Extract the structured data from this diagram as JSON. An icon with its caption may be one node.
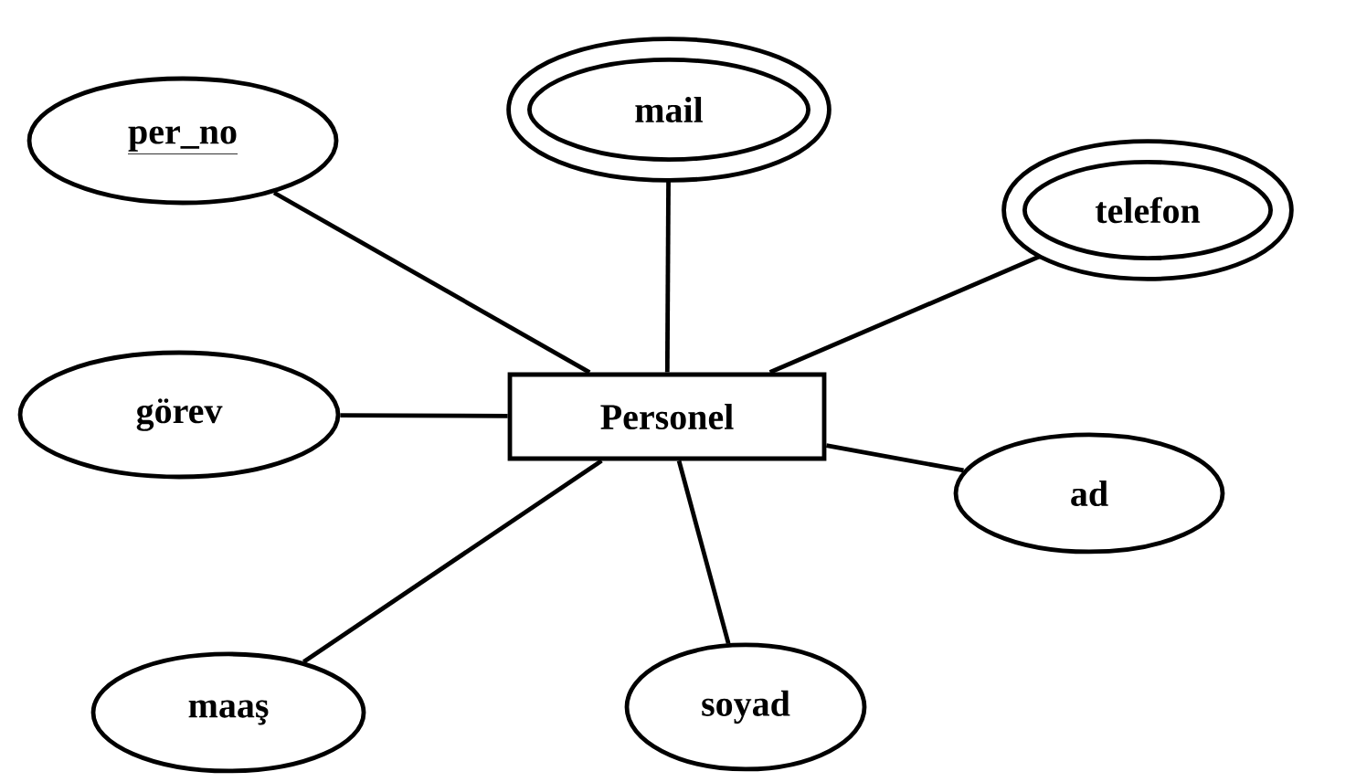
{
  "diagram": {
    "nodes": [
      {
        "text": [
          "Personel"
        ]
      },
      {
        "text": [
          "per_no"
        ]
      },
      {
        "text": [
          "mail"
        ]
      },
      {
        "text": [
          "telefon"
        ]
      },
      {
        "text": [
          "görev"
        ]
      },
      {
        "text": [
          "ad"
        ]
      },
      {
        "text": [
          "maaş"
        ]
      },
      {
        "text": [
          "soyad"
        ]
      }
    ],
    "edges": [
      {
        "from": 0,
        "to": 1,
        "arrow": "none"
      },
      {
        "from": 0,
        "to": 2,
        "arrow": "none"
      },
      {
        "from": 0,
        "to": 3,
        "arrow": "none"
      },
      {
        "from": 0,
        "to": 4,
        "arrow": "none"
      },
      {
        "from": 0,
        "to": 5,
        "arrow": "none"
      },
      {
        "from": 0,
        "to": 6,
        "arrow": "none"
      },
      {
        "from": 0,
        "to": 7,
        "arrow": "none"
      }
    ]
  }
}
